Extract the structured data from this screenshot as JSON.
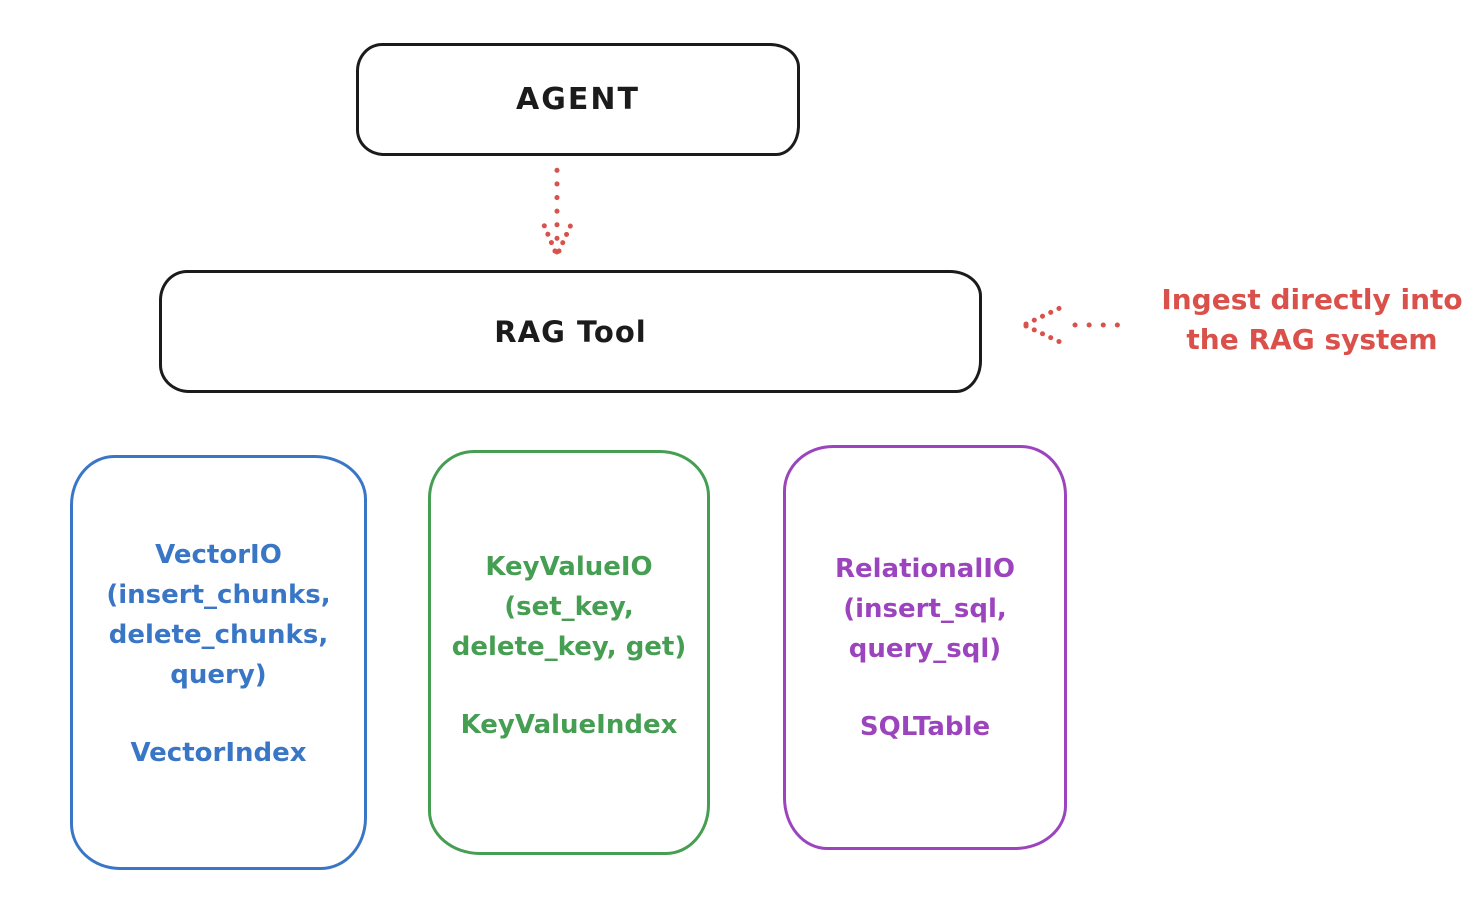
{
  "colors": {
    "background": "#ffffff",
    "ink": "#1b1b1b",
    "red": "#d9514a"
  },
  "nodes": {
    "agent": {
      "label": "AGENT"
    },
    "rag_tool": {
      "label": "RAG Tool"
    },
    "vector_io": {
      "color": "#3a76c6",
      "lines": [
        "VectorIO",
        "(insert_chunks,",
        "delete_chunks,",
        "query)"
      ],
      "index_label": "VectorIndex"
    },
    "keyvalue_io": {
      "color": "#459e52",
      "lines": [
        "KeyValueIO",
        "(set_key,",
        "delete_key, get)"
      ],
      "index_label": "KeyValueIndex"
    },
    "relational_io": {
      "color": "#9c44be",
      "lines": [
        "RelationalIO",
        "(insert_sql,",
        "query_sql)"
      ],
      "index_label": "SQLTable"
    }
  },
  "annotation": {
    "line1": "Ingest directly into",
    "line2": "the RAG system"
  }
}
